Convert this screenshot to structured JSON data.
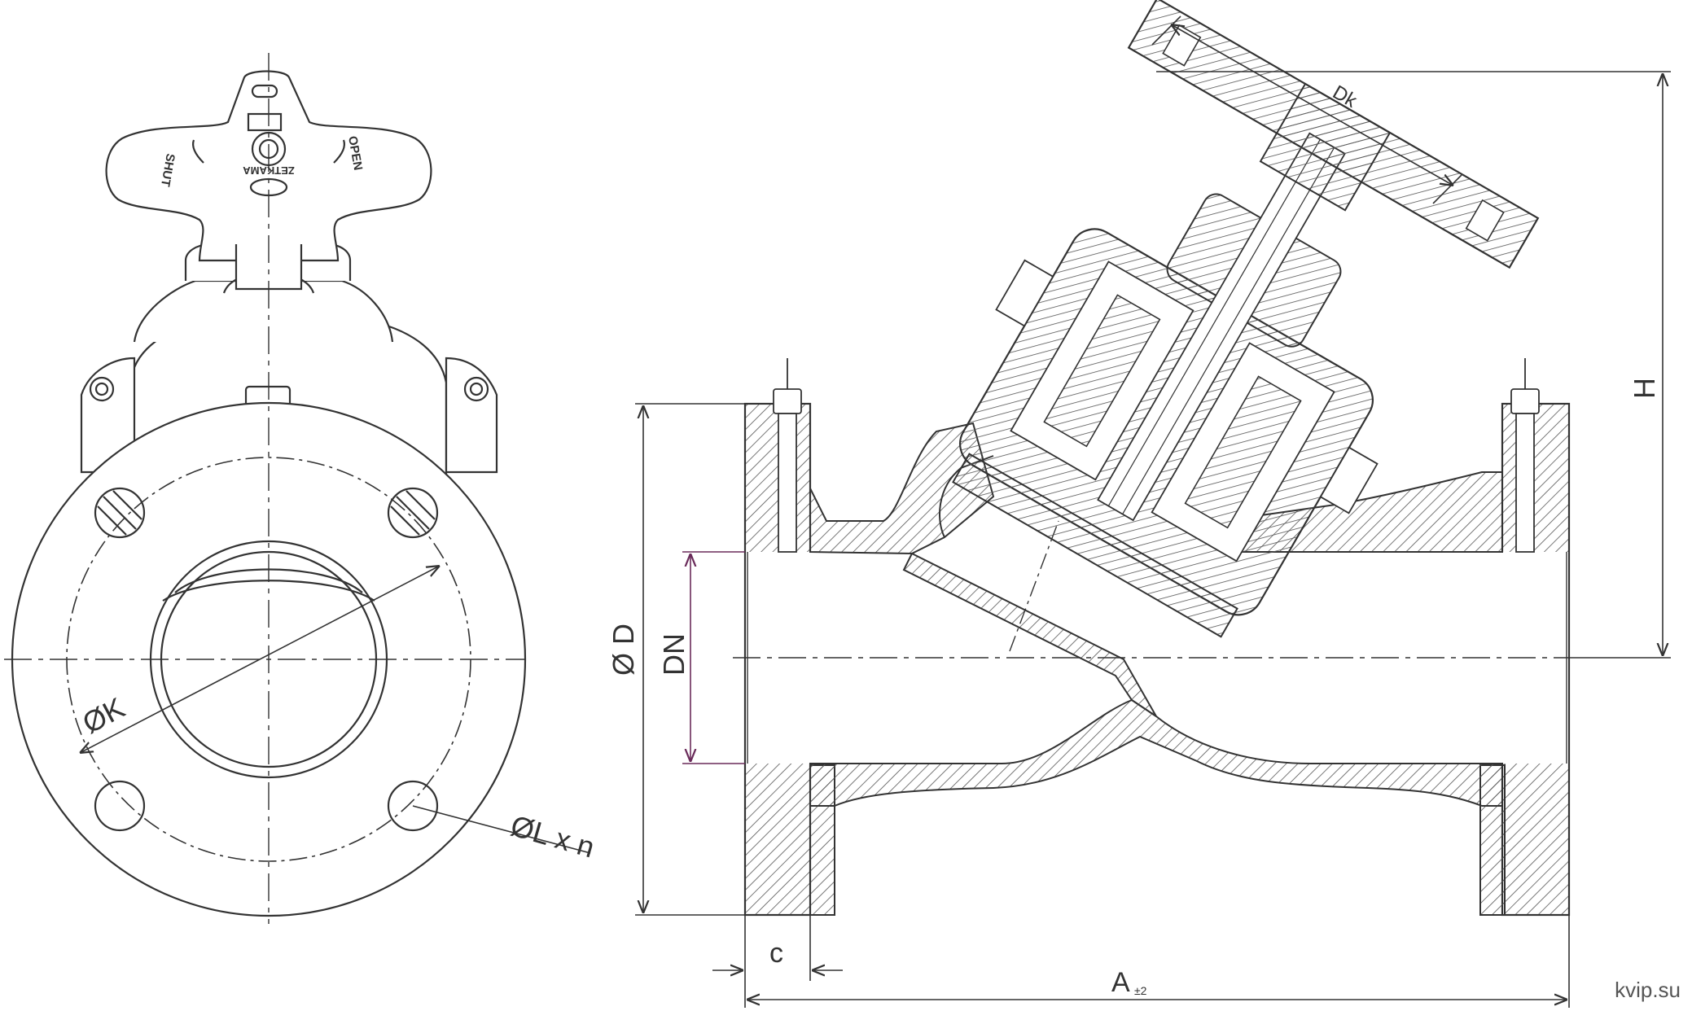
{
  "labels": {
    "phi_k": "ØK",
    "phi_l_x_n": "ØL x n",
    "phi_d": "Ø D",
    "dn": "DN",
    "dk": "Dk",
    "h": "H",
    "c": "c",
    "a": "A",
    "a_tol": "±2"
  },
  "handwheel_text": {
    "shut": "SHUT",
    "open": "OPEN",
    "brand": "ZETKAMA"
  },
  "watermark": "kvip.su",
  "colors": {
    "line": "#333333",
    "dn_dim": "#6a2b5a",
    "hatch": "#555555"
  }
}
